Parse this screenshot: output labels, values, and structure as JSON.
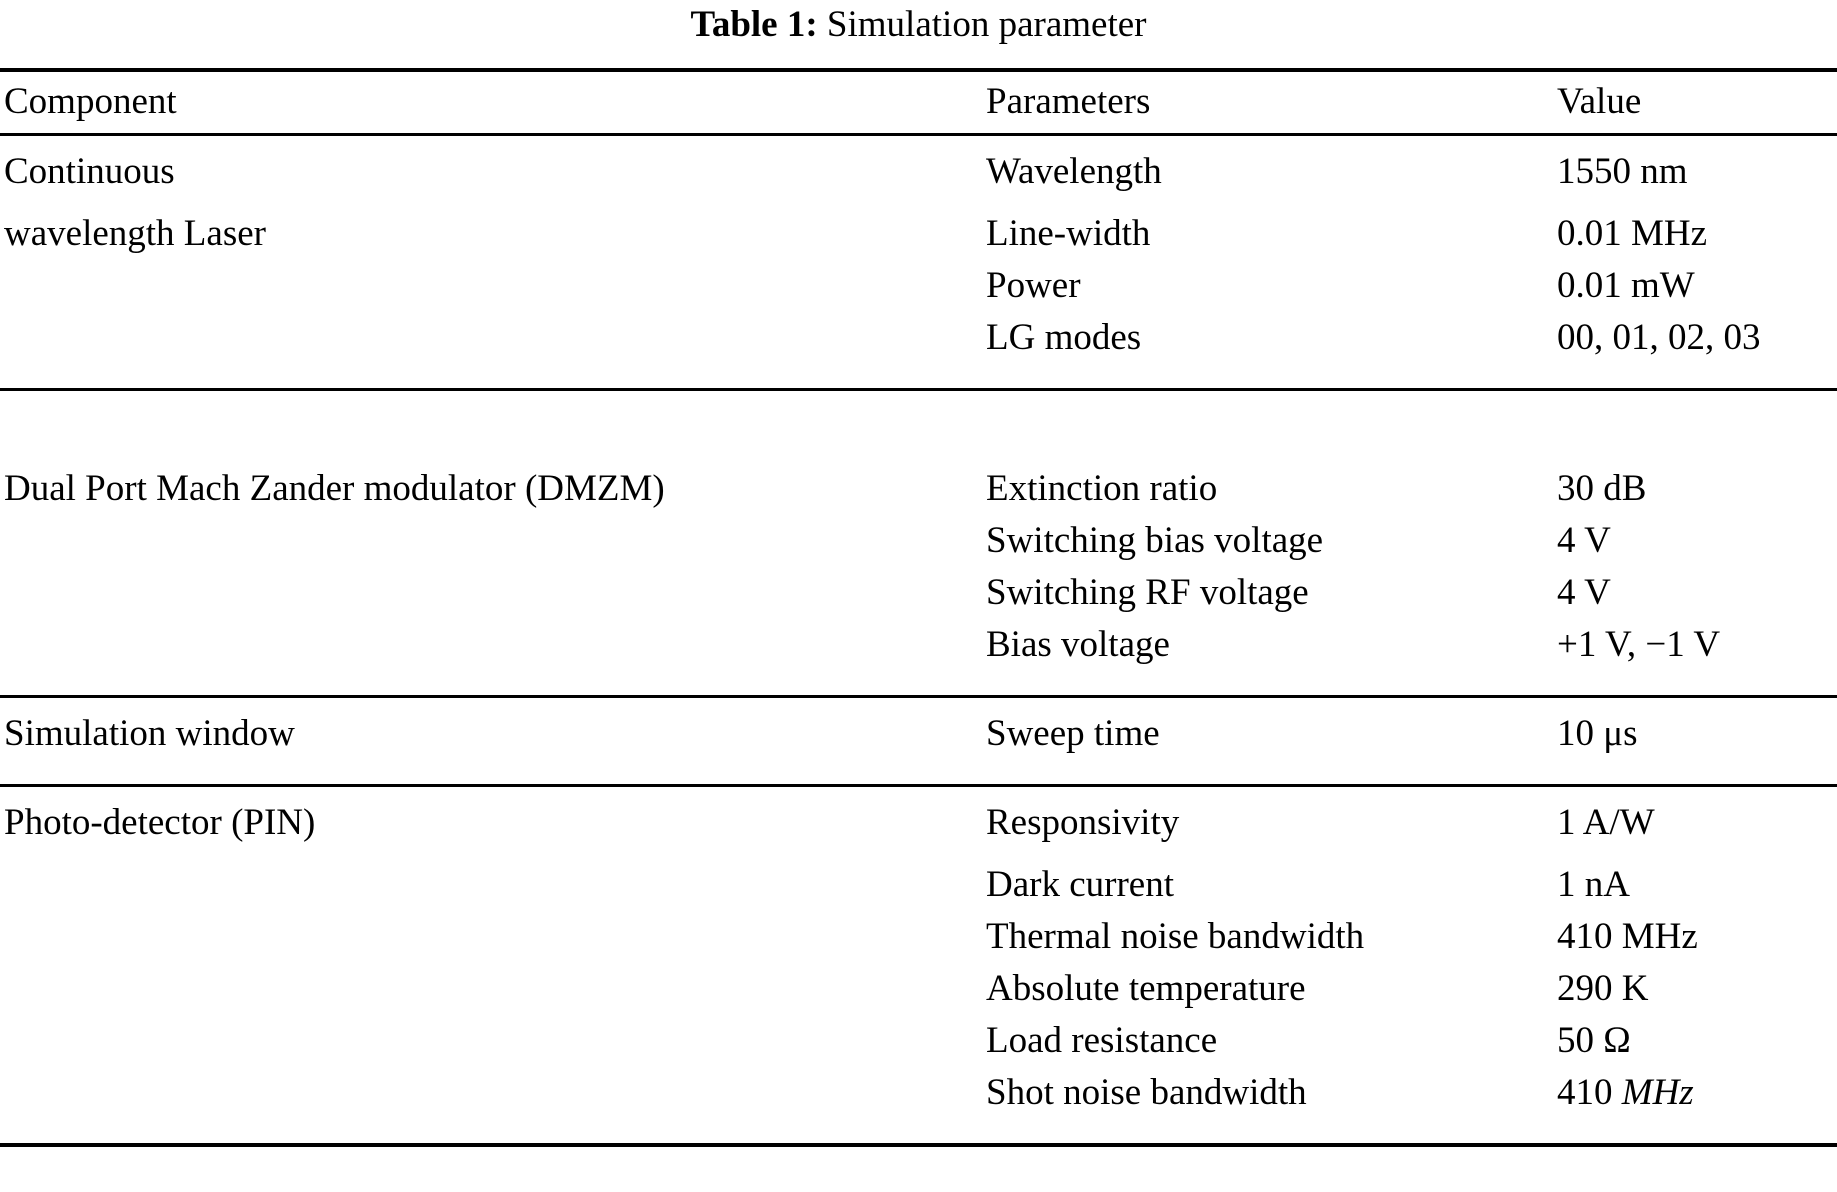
{
  "caption": {
    "label": "Table 1:",
    "text": "Simulation parameter"
  },
  "table": {
    "columns": {
      "component": "Component",
      "parameters": "Parameters",
      "value": "Value"
    },
    "sections": [
      {
        "component_lines": [
          "Continuous",
          "wavelength Laser"
        ],
        "rows": [
          {
            "parameter": "Wavelength",
            "value": "1550 nm"
          },
          {
            "parameter": "Line-width",
            "value": "0.01 MHz"
          },
          {
            "parameter": "Power",
            "value": "0.01 mW"
          },
          {
            "parameter": "LG modes",
            "value": "00, 01, 02, 03"
          }
        ]
      },
      {
        "component_lines": [
          "Dual Port Mach Zander modulator (DMZM)"
        ],
        "rows": [
          {
            "parameter": "Extinction ratio",
            "value": "30 dB"
          },
          {
            "parameter": "Switching bias voltage",
            "value": "4 V"
          },
          {
            "parameter": "Switching RF voltage",
            "value": "4 V"
          },
          {
            "parameter": "Bias voltage",
            "value": "+1 V, −1 V"
          }
        ]
      },
      {
        "component_lines": [
          "Simulation window"
        ],
        "rows": [
          {
            "parameter": "Sweep time",
            "value": "10 μs"
          }
        ]
      },
      {
        "component_lines": [
          "Photo-detector (PIN)"
        ],
        "rows": [
          {
            "parameter": "Responsivity",
            "value": "1 A/W"
          },
          {
            "parameter": "Dark current",
            "value": "1 nA"
          },
          {
            "parameter": "Thermal noise bandwidth",
            "value": "410 MHz"
          },
          {
            "parameter": "Absolute temperature",
            "value": "290 K"
          },
          {
            "parameter": "Load resistance",
            "value": "50 Ω"
          },
          {
            "parameter": "Shot noise bandwidth",
            "value_number": "410 ",
            "value_unit_italic": "MHz"
          }
        ]
      }
    ]
  }
}
